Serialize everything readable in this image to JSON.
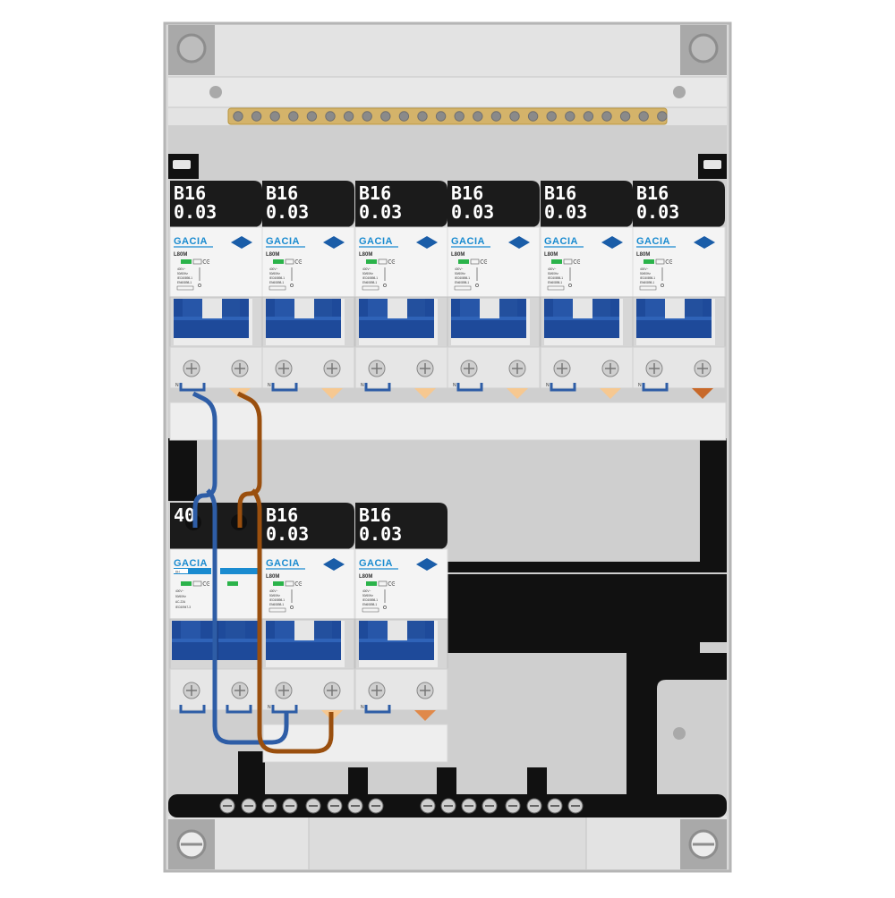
{
  "panel": {
    "brand_color": "#1a8bd0",
    "handle_color": "#1e4a9a",
    "wire_neutral_color": "#2e5da6",
    "wire_phase_color": "#9a4f0e",
    "busbar_color": "#d4b36a"
  },
  "top_row": {
    "devices": [
      {
        "rating": "B16",
        "sensitivity": "0.03",
        "brand": "GACIA",
        "model": "L80M",
        "spec_lines": [
          "400V~",
          "50/60Hz",
          "IEC60898-1",
          "EN60898-1"
        ],
        "neutral_mark": "N"
      },
      {
        "rating": "B16",
        "sensitivity": "0.03",
        "brand": "GACIA",
        "model": "L80M",
        "spec_lines": [
          "400V~",
          "50/60Hz",
          "IEC60898-1",
          "EN60898-1"
        ],
        "neutral_mark": "N"
      },
      {
        "rating": "B16",
        "sensitivity": "0.03",
        "brand": "GACIA",
        "model": "L80M",
        "spec_lines": [
          "400V~",
          "50/60Hz",
          "IEC60898-1",
          "EN60898-1"
        ],
        "neutral_mark": "N"
      },
      {
        "rating": "B16",
        "sensitivity": "0.03",
        "brand": "GACIA",
        "model": "L80M",
        "spec_lines": [
          "400V~",
          "50/60Hz",
          "IEC60898-1",
          "EN60898-1"
        ],
        "neutral_mark": "N"
      },
      {
        "rating": "B16",
        "sensitivity": "0.03",
        "brand": "GACIA",
        "model": "L80M",
        "spec_lines": [
          "400V~",
          "50/60Hz",
          "IEC60898-1",
          "EN60898-1"
        ],
        "neutral_mark": "N"
      },
      {
        "rating": "B16",
        "sensitivity": "0.03",
        "brand": "GACIA",
        "model": "L80M",
        "spec_lines": [
          "400V~",
          "50/60Hz",
          "IEC60898-1",
          "EN60898-1"
        ],
        "neutral_mark": "N"
      }
    ]
  },
  "bottom_row": {
    "main_switch": {
      "rating": "40",
      "brand": "GACIA",
      "model": "DH",
      "spec_lines": [
        "400V~",
        "50/60Hz",
        "AC-22A",
        "IEC60947-3"
      ]
    },
    "devices": [
      {
        "rating": "B16",
        "sensitivity": "0.03",
        "brand": "GACIA",
        "model": "L80M",
        "spec_lines": [
          "400V~",
          "50/60Hz",
          "IEC60898-1",
          "EN60898-1"
        ],
        "neutral_mark": "N"
      },
      {
        "rating": "B16",
        "sensitivity": "0.03",
        "brand": "GACIA",
        "model": "L80M",
        "spec_lines": [
          "400V~",
          "50/60Hz",
          "IEC60898-1",
          "EN60898-1"
        ],
        "neutral_mark": "N"
      }
    ]
  }
}
